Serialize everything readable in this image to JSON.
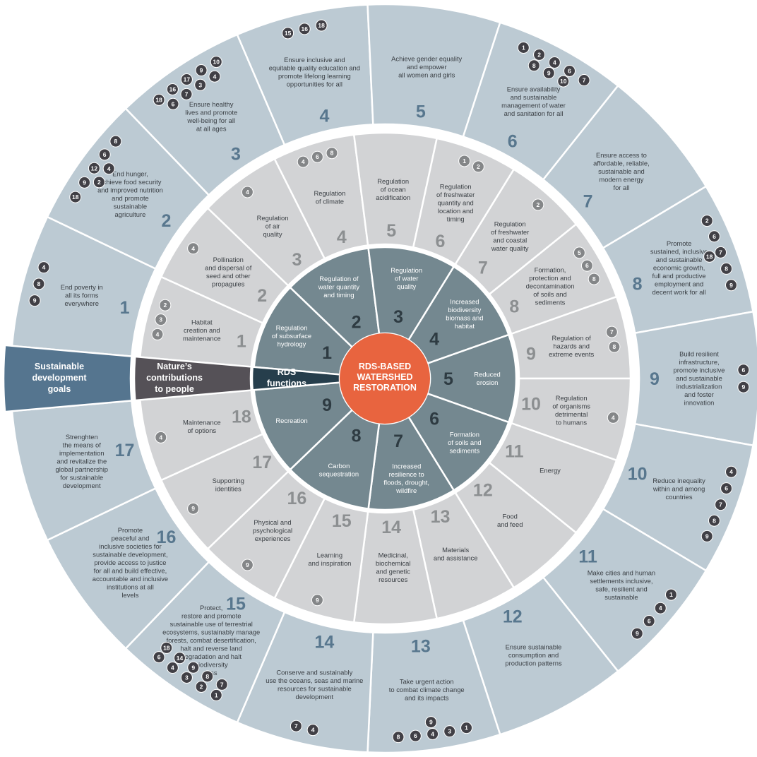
{
  "center": {
    "lines": [
      "RDS-BASED",
      "WATERSHED",
      "RESTORATION"
    ]
  },
  "headers": {
    "outer": [
      "Sustainable",
      "development",
      "goals"
    ],
    "middle": [
      "Nature’s",
      "contributions",
      "to people"
    ],
    "inner": [
      "RDS",
      "functions"
    ]
  },
  "colors": {
    "outer_fill": "#bccad3",
    "middle_fill": "#d2d3d5",
    "inner_fill": "#748890",
    "header_outer": "#55758f",
    "header_middle": "#555157",
    "header_inner": "#263e4c",
    "center": "#e8643f",
    "badge_outer": "#414046",
    "badge_middle": "#848688"
  },
  "sdgs": [
    {
      "num": "1",
      "lines": [
        "End poverty in",
        "all its forms",
        "everywhere"
      ],
      "refs": [
        "9",
        "8",
        "4"
      ]
    },
    {
      "num": "2",
      "lines": [
        "End hunger,",
        "achieve food security",
        "and improved nutrition",
        "and promote",
        "sustainable",
        "agriculture"
      ],
      "refs": [
        "18",
        "9",
        "12",
        "6",
        "8",
        "2",
        "4"
      ]
    },
    {
      "num": "3",
      "lines": [
        "Ensure healthy",
        "lives and promote",
        "well-being for all",
        "at all ages"
      ],
      "refs": [
        "18",
        "16",
        "17",
        "9",
        "10",
        "6",
        "7",
        "3",
        "4"
      ]
    },
    {
      "num": "4",
      "lines": [
        "Ensure inclusive and",
        "equitable quality education and",
        "promote lifelong learning",
        "opportunities for all"
      ],
      "refs": [
        "15",
        "16",
        "18"
      ]
    },
    {
      "num": "5",
      "lines": [
        "Achieve gender equality",
        "and empower",
        "all women and girls"
      ],
      "refs": []
    },
    {
      "num": "6",
      "lines": [
        "Ensure availability",
        "and sustainable",
        "management of water",
        "and sanitation for all"
      ],
      "refs": [
        "1",
        "2",
        "4",
        "6",
        "7",
        "8",
        "9",
        "10"
      ]
    },
    {
      "num": "7",
      "lines": [
        "Ensure access to",
        "affordable, reliable,",
        "sustainable and",
        "modern energy",
        "for all"
      ],
      "refs": []
    },
    {
      "num": "8",
      "lines": [
        "Promote",
        "sustained, inclusive",
        "and sustainable",
        "economic growth,",
        "full and productive",
        "employment and",
        "decent work for all"
      ],
      "refs": [
        "2",
        "6",
        "7",
        "8",
        "9",
        "18"
      ]
    },
    {
      "num": "9",
      "lines": [
        "Build resilient",
        "infrastructure,",
        "promote inclusive",
        "and sustainable",
        "industrialization",
        "and foster",
        "innovation"
      ],
      "refs": [
        "6",
        "9"
      ]
    },
    {
      "num": "10",
      "lines": [
        "Reduce inequality",
        "within and among",
        "countries"
      ],
      "refs": [
        "4",
        "6",
        "7",
        "8",
        "9"
      ]
    },
    {
      "num": "11",
      "lines": [
        "Make cities and human",
        "settlements inclusive,",
        "safe, resilient and",
        "sustainable"
      ],
      "refs": [
        "1",
        "4",
        "6",
        "9"
      ]
    },
    {
      "num": "12",
      "lines": [
        "Ensure sustainable",
        "consumption and",
        "production patterns"
      ],
      "refs": []
    },
    {
      "num": "13",
      "lines": [
        "Take urgent action",
        "to combat climate change",
        "and its impacts"
      ],
      "refs": [
        "1",
        "3",
        "4",
        "6",
        "8",
        "9"
      ]
    },
    {
      "num": "14",
      "lines": [
        "Conserve and sustainably",
        "use the oceans, seas and marine",
        "resources for sustainable",
        "development"
      ],
      "refs": [
        "4",
        "7"
      ]
    },
    {
      "num": "15",
      "lines": [
        "Protect,",
        "restore and promote",
        "sustainable use of terrestrial",
        "ecosystems, sustainably manage",
        "forests, combat desertification,",
        "halt and reverse land",
        "degradation and halt",
        "biodiversity",
        "loss"
      ],
      "refs": [
        "1",
        "2",
        "3",
        "4",
        "6",
        "7",
        "8",
        "9",
        "14",
        "18"
      ]
    },
    {
      "num": "16",
      "lines": [
        "Promote",
        "peaceful and",
        "inclusive societies for",
        "sustainable development,",
        "provide access to justice",
        "for all and build effective,",
        "accountable and inclusive",
        "institutions at all",
        "levels"
      ],
      "refs": []
    },
    {
      "num": "17",
      "lines": [
        "Strenghten",
        "the means of",
        "implementation",
        "and revitalize the",
        "global partnership",
        "for sustainable",
        "development"
      ],
      "refs": []
    }
  ],
  "ncps": [
    {
      "num": "1",
      "lines": [
        "Habitat",
        "creation and",
        "maintenance"
      ],
      "refs": [
        "4",
        "3",
        "2"
      ]
    },
    {
      "num": "2",
      "lines": [
        "Pollination",
        "and dispersal of",
        "seed and other",
        "propagules"
      ],
      "refs": [
        "4"
      ]
    },
    {
      "num": "3",
      "lines": [
        "Regulation",
        "of air",
        "quality"
      ],
      "refs": [
        "4"
      ]
    },
    {
      "num": "4",
      "lines": [
        "Regulation",
        "of climate"
      ],
      "refs": [
        "4",
        "6",
        "8"
      ]
    },
    {
      "num": "5",
      "lines": [
        "Regulation",
        "of ocean",
        "acidification"
      ],
      "refs": []
    },
    {
      "num": "6",
      "lines": [
        "Regulation",
        "of freshwater",
        "quantity and",
        "location and",
        "timing"
      ],
      "refs": [
        "1",
        "2"
      ]
    },
    {
      "num": "7",
      "lines": [
        "Regulation",
        "of freshwater",
        "and coastal",
        "water quality"
      ],
      "refs": [
        "2"
      ]
    },
    {
      "num": "8",
      "lines": [
        "Formation,",
        "protection and",
        "decontamination",
        "of soils and",
        "sediments"
      ],
      "refs": [
        "5",
        "6",
        "8"
      ]
    },
    {
      "num": "9",
      "lines": [
        "Regulation of",
        "hazards and",
        "extreme events"
      ],
      "refs": [
        "7",
        "8"
      ]
    },
    {
      "num": "10",
      "lines": [
        "Regulation",
        "of organisms",
        "detrimental",
        "to humans"
      ],
      "refs": [
        "4"
      ]
    },
    {
      "num": "11",
      "lines": [
        "Energy"
      ],
      "refs": []
    },
    {
      "num": "12",
      "lines": [
        "Food",
        "and feed"
      ],
      "refs": []
    },
    {
      "num": "13",
      "lines": [
        "Materials",
        "and assistance"
      ],
      "refs": []
    },
    {
      "num": "14",
      "lines": [
        "Medicinal,",
        "biochemical",
        "and genetic",
        "resources"
      ],
      "refs": []
    },
    {
      "num": "15",
      "lines": [
        "Learning",
        "and inspiration"
      ],
      "refs": [
        "9"
      ]
    },
    {
      "num": "16",
      "lines": [
        "Physical and",
        "psychological",
        "experiences"
      ],
      "refs": [
        "9"
      ]
    },
    {
      "num": "17",
      "lines": [
        "Supporting",
        "identities"
      ],
      "refs": [
        "9"
      ]
    },
    {
      "num": "18",
      "lines": [
        "Maintenance",
        "of options"
      ],
      "refs": [
        "4"
      ]
    }
  ],
  "functions": [
    {
      "num": "1",
      "lines": [
        "Regulation",
        "of subsurface",
        "hydrology"
      ]
    },
    {
      "num": "2",
      "lines": [
        "Regulation of",
        "water quantity",
        "and timing"
      ]
    },
    {
      "num": "3",
      "lines": [
        "Regulation",
        "of water",
        "quality"
      ]
    },
    {
      "num": "4",
      "lines": [
        "Increased",
        "biodiversity",
        "biomass and",
        "habitat"
      ]
    },
    {
      "num": "5",
      "lines": [
        "Reduced",
        "erosion"
      ]
    },
    {
      "num": "6",
      "lines": [
        "Formation",
        "of soils and",
        "sediments"
      ]
    },
    {
      "num": "7",
      "lines": [
        "Increased",
        "resilience to",
        "floods, drought,",
        "wildfire"
      ]
    },
    {
      "num": "8",
      "lines": [
        "Carbon",
        "sequestration"
      ]
    },
    {
      "num": "9",
      "lines": [
        "Recreation"
      ]
    }
  ]
}
